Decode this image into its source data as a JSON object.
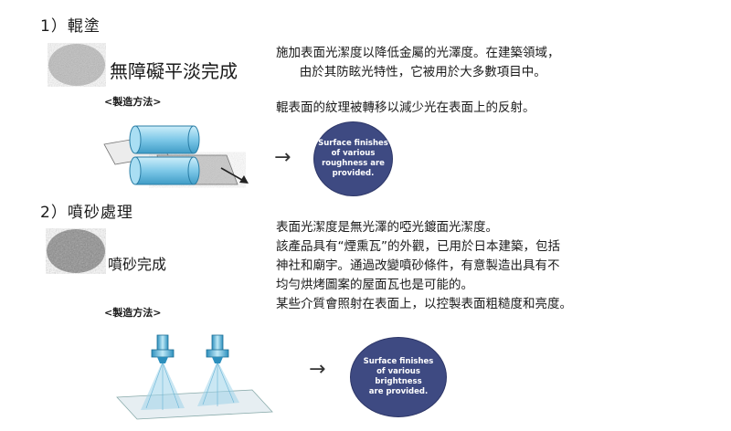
{
  "section1": {
    "title": "1）輥塗",
    "finish_label": "無障礙平淡完成",
    "method_label": "<製造方法>",
    "description": "施加表面光潔度以降低金屬的光澤度。在建築領域，\n      由於其防眩光特性，它被用於大多數項目中。",
    "description2": "輥表面的紋理被轉移以減少光在表面上的反射。",
    "circle_text": [
      "Surface finishes",
      "of various",
      "roughness are",
      "provided."
    ]
  },
  "section2": {
    "title": "2）噴砂處理",
    "finish_label": "噴砂完成",
    "method_label": "<製造方法>",
    "description": "表面光潔度是無光澤的啞光鍍面光潔度。\n該產品具有“煙熏瓦”的外觀，已用於日本建築，包括\n神社和廟宇。通過改變噴砂條件，有意製造出具有不\n均勻烘烤圖案的屋面瓦也是可能的。\n某些介質會照射在表面上，以控製表面粗糙度和亮度。",
    "circle_text": [
      "Surface finishes",
      "of various",
      "brightness",
      "are provided."
    ]
  },
  "arrow_glyph": "→",
  "colors": {
    "circle": "#3e4a82",
    "roller": "#7ec8e8"
  }
}
